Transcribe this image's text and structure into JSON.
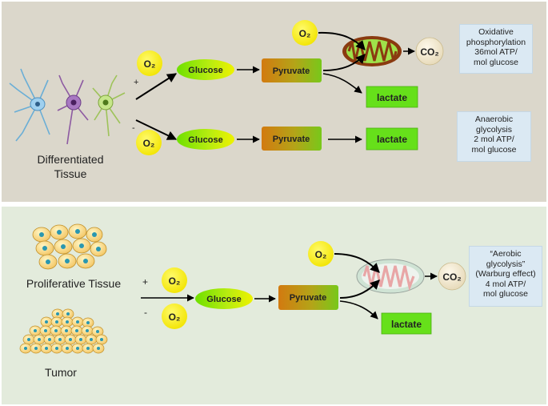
{
  "differentiated": {
    "title_line1": "Differentiated",
    "title_line2": "Tissue",
    "plus": "+",
    "minus": "-",
    "o2": "O₂",
    "glucose": "Glucose",
    "pyruvate": "Pyruvate",
    "lactate": "lactate",
    "co2": "CO₂",
    "oxidative_box": [
      "Oxidative",
      "phosphorylation",
      "36mol ATP/",
      "mol glucose"
    ],
    "anaerobic_box": [
      "Anaerobic",
      "glycolysis",
      "2 mol ATP/",
      "mol glucose"
    ]
  },
  "tumor": {
    "proliferative_label": "Proliferative Tissue",
    "tumor_label": "Tumor",
    "plus": "+",
    "minus": "-",
    "o2": "O₂",
    "glucose": "Glucose",
    "pyruvate": "Pyruvate",
    "lactate": "lactate",
    "co2": "CO₂",
    "aerobic_box": [
      "“Aerobic",
      "glycolysis”",
      "(Warburg effect)",
      "4 mol ATP/",
      "mol glucose"
    ]
  },
  "colors": {
    "top_panel": "#dbd7cb",
    "bottom_panel": "#e3ebdc",
    "o2_fill": "#f5ea00",
    "lactate_fill": "#66e01a",
    "co2_fill": "#f4ecd6",
    "info_box": "#dbe9f3",
    "mito_normal": "#8a3a10",
    "mito_tumor": "#e8a6a6"
  }
}
